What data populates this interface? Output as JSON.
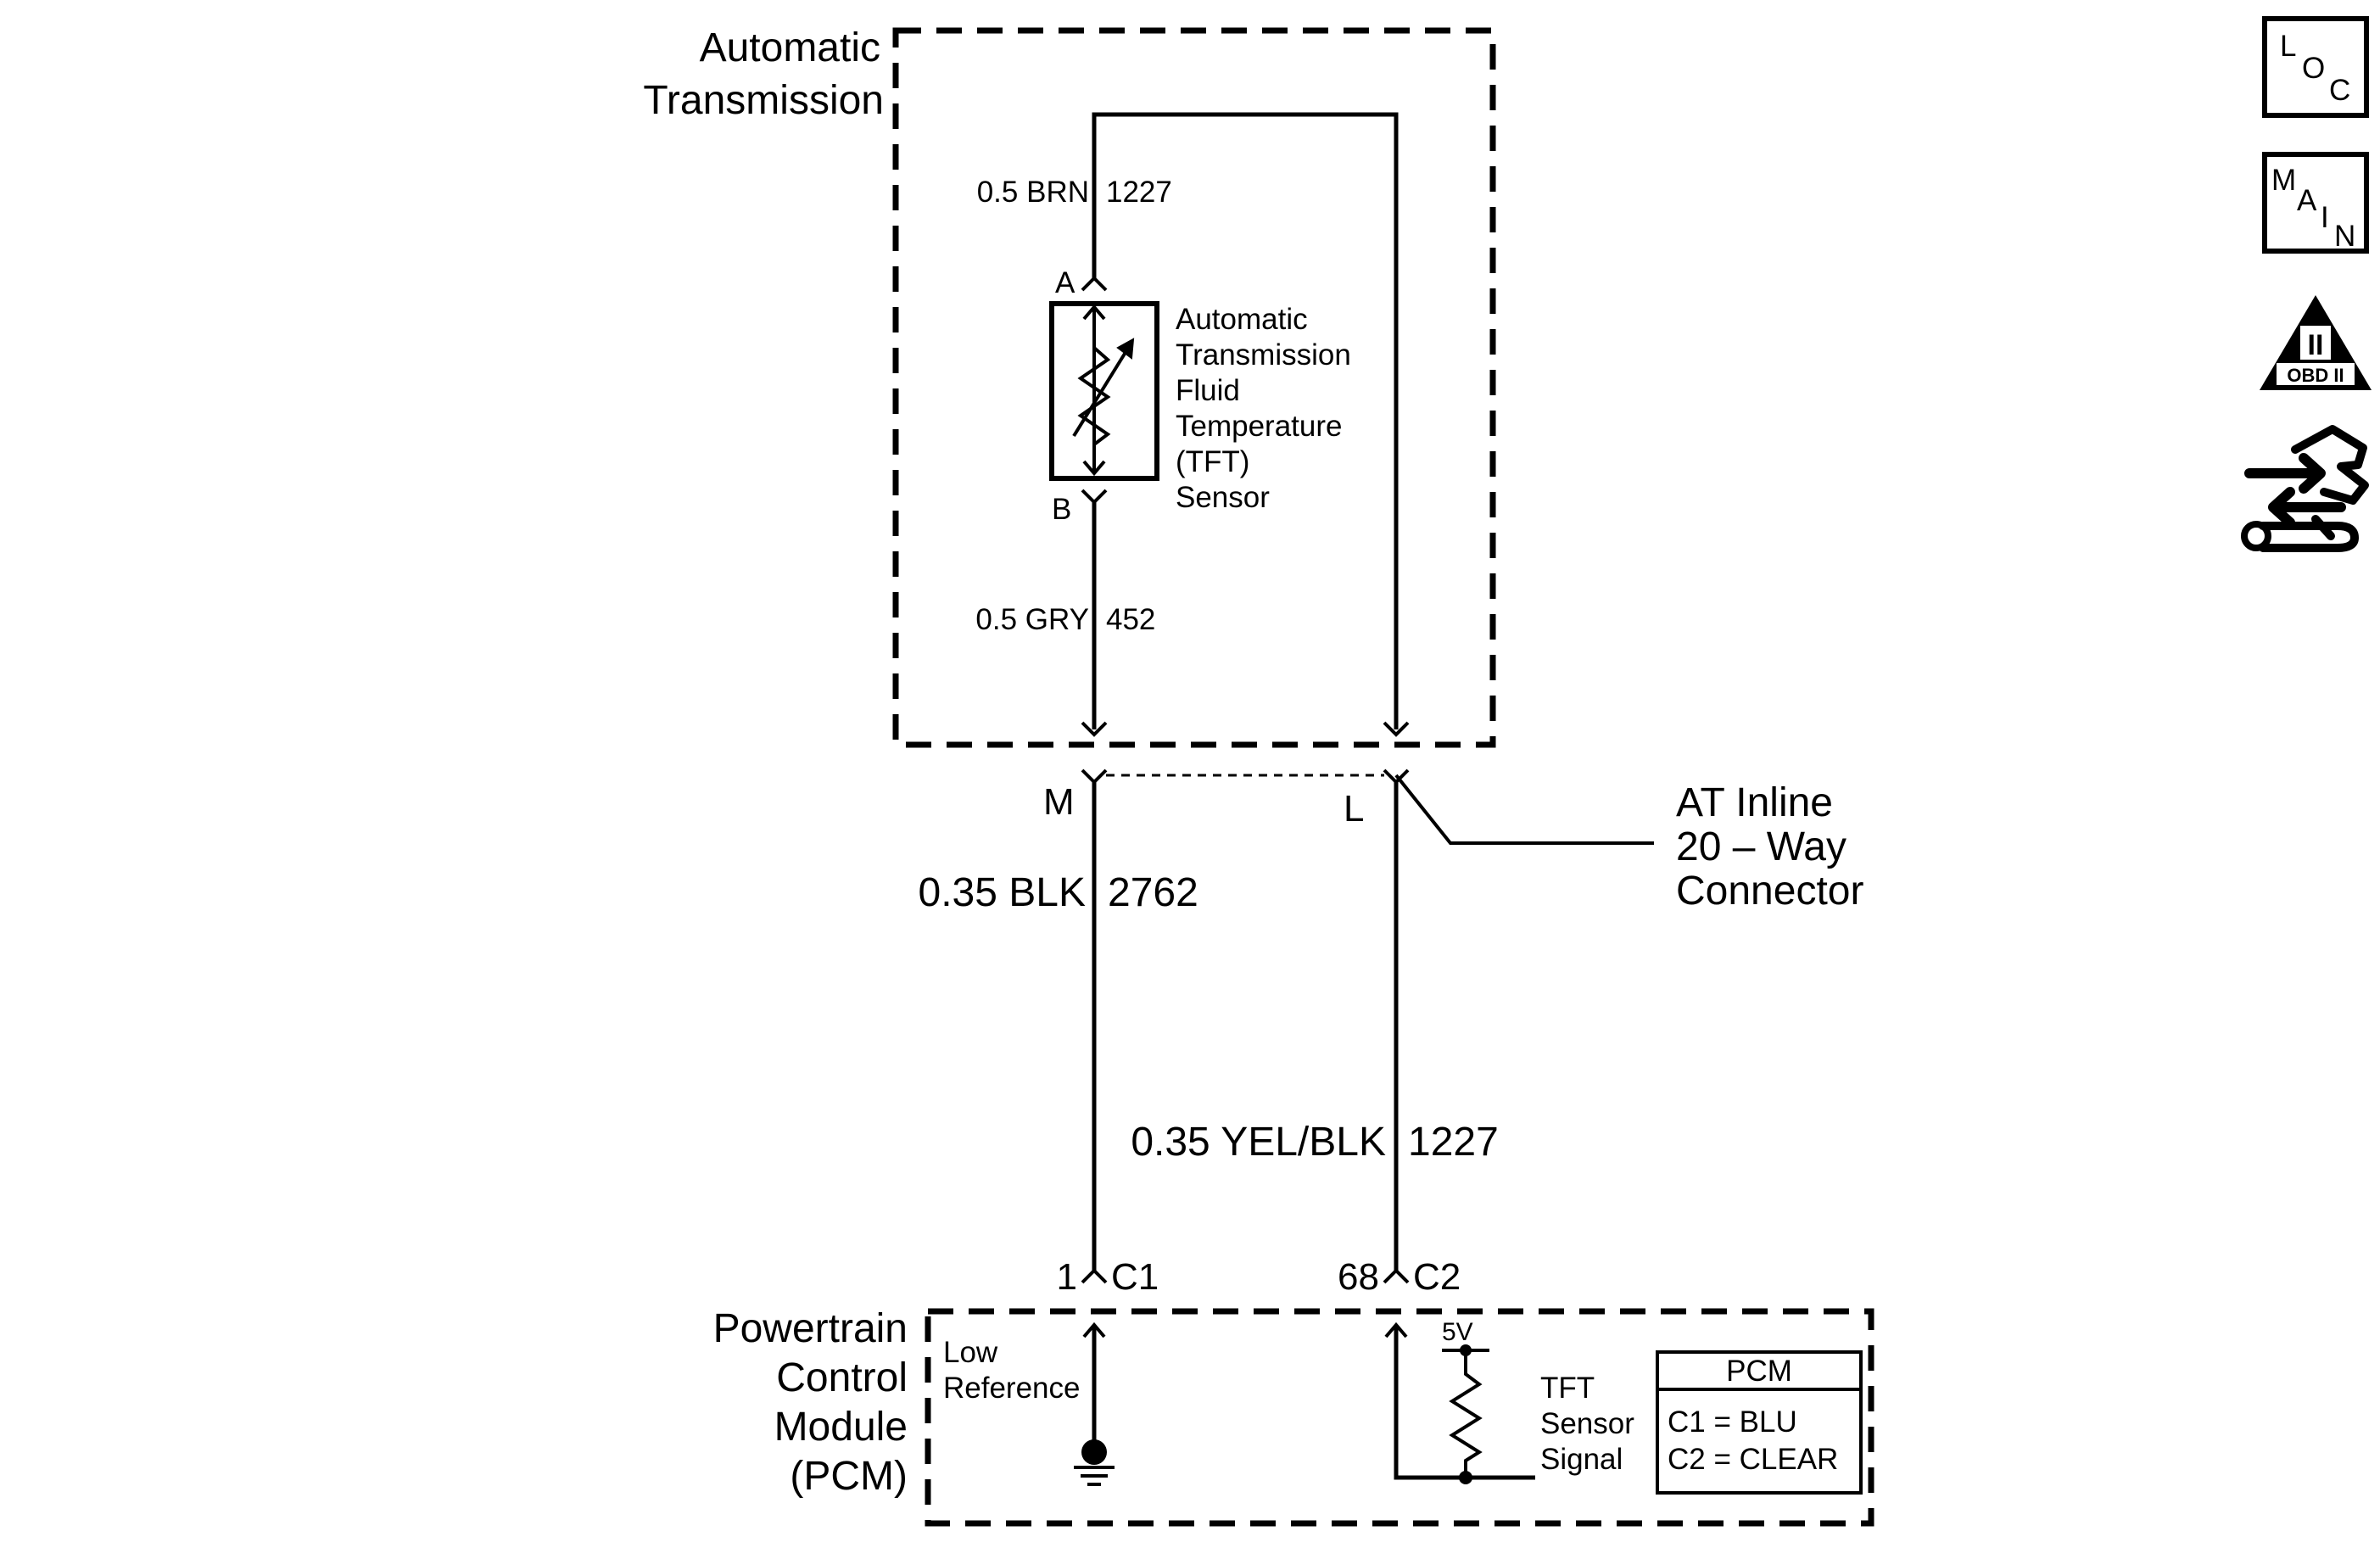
{
  "transmission": {
    "title_line1": "Automatic",
    "title_line2": "Transmission"
  },
  "wire_top": {
    "gauge_color": "0.5 BRN",
    "circuit": "1227"
  },
  "sensor": {
    "pin_a": "A",
    "pin_b": "B",
    "lines": [
      "Automatic",
      "Transmission",
      "Fluid",
      "Temperature",
      "(TFT)",
      "Sensor"
    ]
  },
  "wire_mid": {
    "gauge_color": "0.5 GRY",
    "circuit": "452"
  },
  "inline_connector": {
    "pin_m": "M",
    "pin_l": "L",
    "label_line1": "AT Inline",
    "label_line2": "20 – Way",
    "label_line3": "Connector"
  },
  "wire_black": {
    "gauge_color": "0.35 BLK",
    "circuit": "2762"
  },
  "wire_yellow": {
    "gauge_color": "0.35 YEL/BLK",
    "circuit": "1227"
  },
  "pcm_connectors": {
    "c1_pin": "1",
    "c1": "C1",
    "c2_pin": "68",
    "c2": "C2"
  },
  "pcm": {
    "title_line1": "Powertrain",
    "title_line2": "Control",
    "title_line3": "Module",
    "title_line4": "(PCM)",
    "low_ref_line1": "Low",
    "low_ref_line2": "Reference",
    "voltage": "5V",
    "signal_line1": "TFT",
    "signal_line2": "Sensor",
    "signal_line3": "Signal"
  },
  "pcm_legend": {
    "header": "PCM",
    "row1": "C1 = BLU",
    "row2": "C2 = CLEAR"
  },
  "nav_icons": {
    "loc": [
      "L",
      "O",
      "C"
    ],
    "main": [
      "M",
      "A",
      "I",
      "N"
    ],
    "obd_numeral": "II",
    "obd_text": "OBD II"
  }
}
